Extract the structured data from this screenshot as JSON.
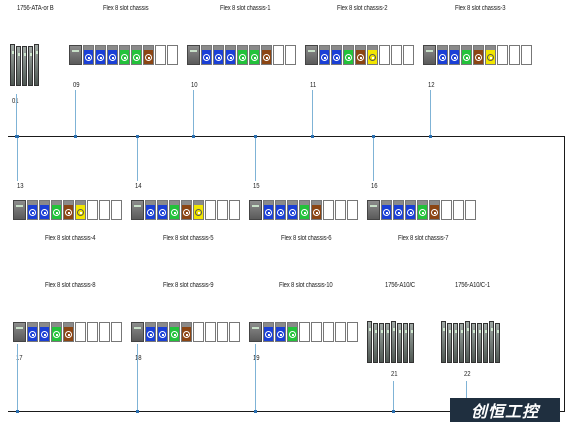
{
  "colors": {
    "blue": "#1a3fd6",
    "green": "#22c23a",
    "brown": "#8b4513",
    "yellow": "#f2e600",
    "bus": "#1a1a1a",
    "drop": "#7fb3d6"
  },
  "row1": [
    {
      "title": "1756-ATA-or B",
      "number": "01",
      "type": "rack",
      "modules": 5
    },
    {
      "title": "Flex 8 slot chassis",
      "number": "09",
      "type": "flex",
      "slots": [
        "blue",
        "blue",
        "blue",
        "green",
        "green",
        "brown",
        "empty",
        "empty"
      ]
    },
    {
      "title": "Flex 8 slot chassis-1",
      "number": "10",
      "type": "flex",
      "slots": [
        "blue",
        "blue",
        "blue",
        "green",
        "green",
        "brown",
        "empty",
        "empty"
      ]
    },
    {
      "title": "Flex 8 slot chassis-2",
      "number": "11",
      "type": "flex",
      "slots": [
        "blue",
        "blue",
        "green",
        "brown",
        "yellow",
        "empty",
        "empty",
        "empty"
      ]
    },
    {
      "title": "Flex 8 slot chassis-3",
      "number": "12",
      "type": "flex",
      "slots": [
        "blue",
        "blue",
        "green",
        "brown",
        "yellow",
        "empty",
        "empty",
        "empty"
      ]
    }
  ],
  "row2": [
    {
      "title": "Flex 8 slot chassis-4",
      "number": "13",
      "type": "flex",
      "slots": [
        "blue",
        "blue",
        "green",
        "brown",
        "yellow",
        "empty",
        "empty",
        "empty"
      ]
    },
    {
      "title": "Flex 8 slot chassis-5",
      "number": "14",
      "type": "flex",
      "slots": [
        "blue",
        "blue",
        "green",
        "brown",
        "yellow",
        "empty",
        "empty",
        "empty"
      ]
    },
    {
      "title": "Flex 8 slot chassis-6",
      "number": "15",
      "type": "flex",
      "slots": [
        "blue",
        "blue",
        "blue",
        "green",
        "brown",
        "empty",
        "empty",
        "empty"
      ]
    },
    {
      "title": "Flex 8 slot chassis-7",
      "number": "16",
      "type": "flex",
      "slots": [
        "blue",
        "blue",
        "blue",
        "green",
        "brown",
        "empty",
        "empty",
        "empty"
      ]
    }
  ],
  "row3": [
    {
      "title": "Flex 8 slot chassis-8",
      "number": "17",
      "type": "flex",
      "slots": [
        "blue",
        "blue",
        "green",
        "brown",
        "empty",
        "empty",
        "empty",
        "empty"
      ]
    },
    {
      "title": "Flex 8 slot chassis-9",
      "number": "18",
      "type": "flex",
      "slots": [
        "blue",
        "blue",
        "green",
        "brown",
        "empty",
        "empty",
        "empty",
        "empty"
      ]
    },
    {
      "title": "Flex 8 slot chassis-10",
      "number": "19",
      "type": "flex",
      "slots": [
        "blue",
        "blue",
        "green",
        "empty",
        "empty",
        "empty",
        "empty",
        "empty"
      ]
    },
    {
      "title": "1756-A10/C",
      "number": "21",
      "type": "rack",
      "modules": 8
    },
    {
      "title": "1756-A10/C-1",
      "number": "22",
      "type": "rack",
      "modules": 10
    }
  ],
  "watermark": "创恒工控"
}
